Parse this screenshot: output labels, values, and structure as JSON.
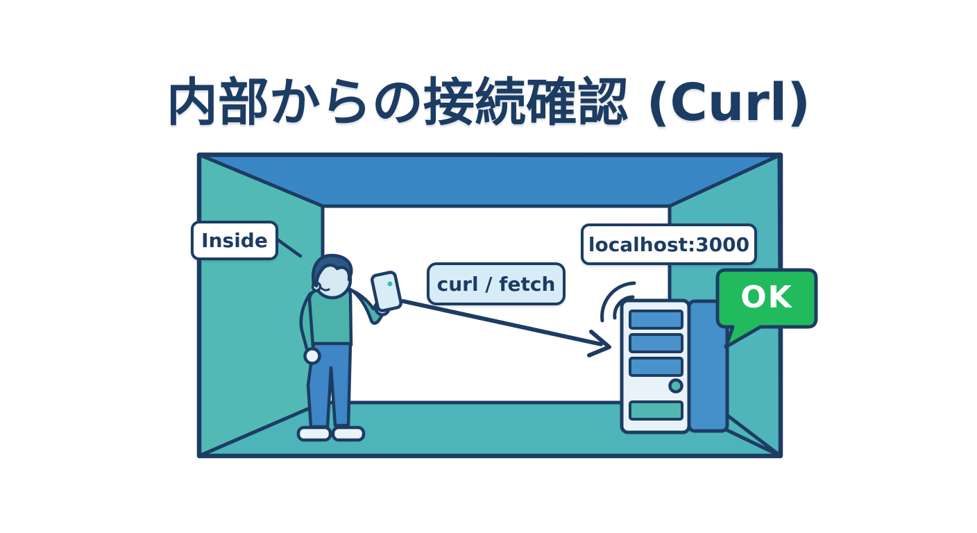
{
  "title": "内部からの接続確認 (Curl)",
  "diagram": {
    "inside_label": "Inside",
    "curl_fetch_label": "curl / fetch",
    "localhost_label": "localhost:3000",
    "ok_label": "OK",
    "elements": [
      "room-interior",
      "person-holding-phone",
      "smartphone",
      "request-arrow",
      "wifi-signal",
      "server-tower",
      "ok-speech-bubble"
    ]
  },
  "colors": {
    "navy": "#1d3c63",
    "ceiling_blue": "#3a87c6",
    "left_wall_teal": "#53b9b4",
    "right_wall_teal": "#4fb5bb",
    "floor_teal": "#4db4ba",
    "back_wall_white": "#ffffff",
    "ok_green": "#21bb5e",
    "server_side_blue": "#4590ca",
    "server_front_light": "#e8f2f9",
    "slot_blue": "#4a92cc",
    "slot_teal": "#52b7b1",
    "sweater_teal": "#4bb3ac",
    "pants_blue": "#3e86c5",
    "skin_light": "#d6e9f3",
    "hair_navy": "#2b5884",
    "phone_light": "#d9edf6",
    "phone_dot_teal": "#3fbcae",
    "label_light_blue": "#d7ecf6"
  }
}
